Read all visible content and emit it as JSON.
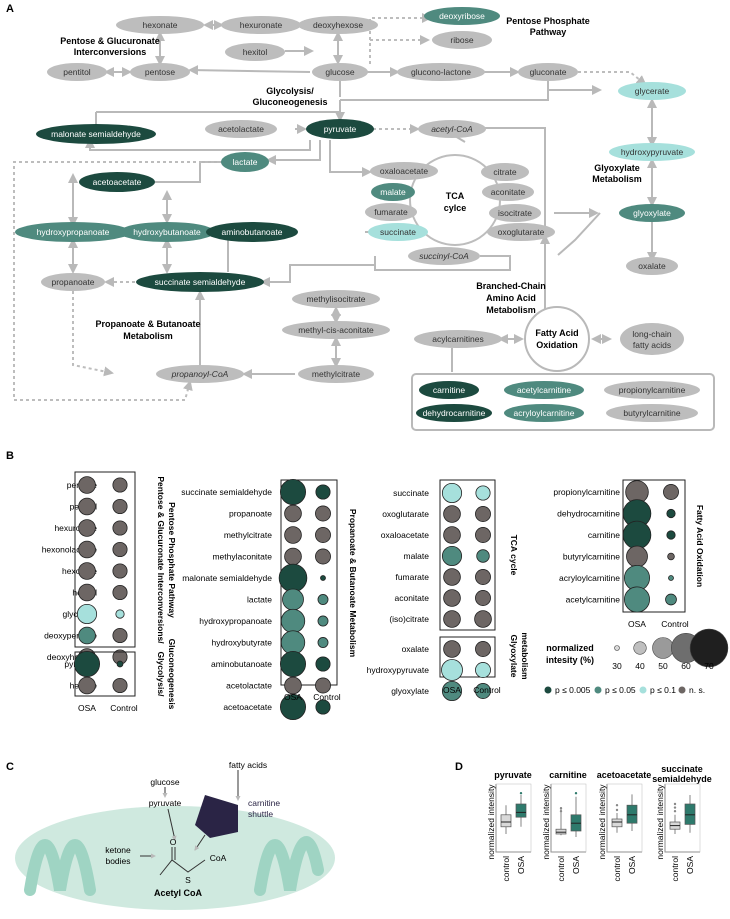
{
  "panels": {
    "a": "A",
    "b": "B",
    "c": "C",
    "d": "D"
  },
  "colors": {
    "grey": "#bdbdbd",
    "light": "#a6e0dc",
    "mid": "#4f8a7f",
    "dark": "#1c4a3f",
    "ns": "#6d6664",
    "mito": "#cfe9df",
    "shuttle": "#2a2445"
  },
  "pathway_labels": {
    "pentose": [
      "Pentose & Glucuronate",
      "Interconversions"
    ],
    "ppp": [
      "Pentose Phosphate",
      "Pathway"
    ],
    "glyco": [
      "Glycolysis/",
      "Gluconeogenesis"
    ],
    "tca": [
      "TCA",
      "cylce"
    ],
    "glyox": [
      "Glyoxylate",
      "Metabolism"
    ],
    "bca": [
      "Branched-Chain",
      "Amino Acid",
      "Metabolism"
    ],
    "prop": [
      "Propanoate & Butanoate",
      "Metabolism"
    ],
    "fao": [
      "Fatty Acid",
      "Oxidation"
    ]
  },
  "nodes": [
    {
      "id": "hexonate",
      "label": "hexonate",
      "color": "grey"
    },
    {
      "id": "hexuronate",
      "label": "hexuronate",
      "color": "grey"
    },
    {
      "id": "deoxyhexose",
      "label": "deoxyhexose",
      "color": "grey"
    },
    {
      "id": "deoxyribose",
      "label": "deoxyribose",
      "color": "mid"
    },
    {
      "id": "ribose",
      "label": "ribose",
      "color": "grey"
    },
    {
      "id": "hexitol",
      "label": "hexitol",
      "color": "grey"
    },
    {
      "id": "pentitol",
      "label": "pentitol",
      "color": "grey"
    },
    {
      "id": "pentose",
      "label": "pentose",
      "color": "grey"
    },
    {
      "id": "glucose",
      "label": "glucose",
      "color": "grey"
    },
    {
      "id": "gluconolactone",
      "label": "glucono-lactone",
      "color": "grey"
    },
    {
      "id": "gluconate",
      "label": "gluconate",
      "color": "grey"
    },
    {
      "id": "glycerate",
      "label": "glycerate",
      "color": "light"
    },
    {
      "id": "malonate",
      "label": "malonate semialdehyde",
      "color": "dark"
    },
    {
      "id": "acetolactate",
      "label": "acetolactate",
      "color": "grey"
    },
    {
      "id": "pyruvate",
      "label": "pyruvate",
      "color": "dark"
    },
    {
      "id": "acetylcoa",
      "label": "acetyl-CoA",
      "color": "grey",
      "italic": true
    },
    {
      "id": "hydroxypyruvate",
      "label": "hydroxypyruvate",
      "color": "light"
    },
    {
      "id": "lactate",
      "label": "lactate",
      "color": "mid"
    },
    {
      "id": "oxaloacetate",
      "label": "oxaloacetate",
      "color": "grey"
    },
    {
      "id": "citrate",
      "label": "citrate",
      "color": "grey"
    },
    {
      "id": "acetoacetate",
      "label": "acetoacetate",
      "color": "dark"
    },
    {
      "id": "malate",
      "label": "malate",
      "color": "mid"
    },
    {
      "id": "aconitate",
      "label": "aconitate",
      "color": "grey"
    },
    {
      "id": "fumarate",
      "label": "fumarate",
      "color": "grey"
    },
    {
      "id": "isocitrate",
      "label": "isocitrate",
      "color": "grey"
    },
    {
      "id": "glyoxylate",
      "label": "glyoxylate",
      "color": "mid"
    },
    {
      "id": "hydroxypropanoate",
      "label": "hydroxypropanoate",
      "color": "mid"
    },
    {
      "id": "hydroxybutanoate",
      "label": "hydroxybutanoate",
      "color": "mid"
    },
    {
      "id": "aminobutanoate",
      "label": "aminobutanoate",
      "color": "dark"
    },
    {
      "id": "succinate",
      "label": "succinate",
      "color": "light"
    },
    {
      "id": "oxoglutarate",
      "label": "oxoglutarate",
      "color": "grey"
    },
    {
      "id": "succinylcoa",
      "label": "succinyl-CoA",
      "color": "grey",
      "italic": true
    },
    {
      "id": "propanoate",
      "label": "propanoate",
      "color": "grey"
    },
    {
      "id": "succsemi",
      "label": "succinate semialdehyde",
      "color": "dark"
    },
    {
      "id": "oxalate",
      "label": "oxalate",
      "color": "grey"
    },
    {
      "id": "methylisocitrate",
      "label": "methylisocitrate",
      "color": "grey"
    },
    {
      "id": "methylcisaconitate",
      "label": "methyl-cis-aconitate",
      "color": "grey"
    },
    {
      "id": "acylcarnitines",
      "label": "acylcarnitines",
      "color": "grey"
    },
    {
      "id": "longchain",
      "label": "long-chain fatty acids",
      "color": "grey"
    },
    {
      "id": "propanoylcoa",
      "label": "propanoyl-CoA",
      "color": "grey",
      "italic": true
    },
    {
      "id": "methylcitrate",
      "label": "methylcitrate",
      "color": "grey"
    },
    {
      "id": "carnitine",
      "label": "carnitine",
      "color": "dark"
    },
    {
      "id": "acetylcarnitine",
      "label": "acetylcarnitine",
      "color": "mid"
    },
    {
      "id": "propionylcarnitine",
      "label": "propionylcarnitine",
      "color": "grey"
    },
    {
      "id": "dehydrocarnitine",
      "label": "dehydrocarnitine",
      "color": "dark"
    },
    {
      "id": "acryloylcarnitine",
      "label": "acryloylcarnitine",
      "color": "mid"
    },
    {
      "id": "butyrylcarnitine",
      "label": "butyrylcarnitine",
      "color": "grey"
    }
  ],
  "bubble_groups": [
    {
      "id": "g1",
      "title": [
        "Pentose & Glucuronate Interconversions/",
        "Pentose Phosphate Pathway"
      ],
      "rows": [
        {
          "name": "pentose",
          "osa": {
            "s": "ns",
            "v": 45
          },
          "ctrl": {
            "s": "ns",
            "v": 42
          }
        },
        {
          "name": "pentitol",
          "osa": {
            "s": "ns",
            "v": 45
          },
          "ctrl": {
            "s": "ns",
            "v": 42
          }
        },
        {
          "name": "hexuronate",
          "osa": {
            "s": "ns",
            "v": 45
          },
          "ctrl": {
            "s": "ns",
            "v": 42
          }
        },
        {
          "name": "hexonolactone",
          "osa": {
            "s": "ns",
            "v": 45
          },
          "ctrl": {
            "s": "ns",
            "v": 42
          }
        },
        {
          "name": "hexonate",
          "osa": {
            "s": "ns",
            "v": 45
          },
          "ctrl": {
            "s": "ns",
            "v": 42
          }
        },
        {
          "name": "hexitol",
          "osa": {
            "s": "ns",
            "v": 45
          },
          "ctrl": {
            "s": "ns",
            "v": 42
          }
        },
        {
          "name": "glycerate",
          "osa": {
            "s": "p01",
            "v": 48
          },
          "ctrl": {
            "s": "p01",
            "v": 35
          }
        },
        {
          "name": "deoxypentose",
          "osa": {
            "s": "p005",
            "v": 45
          },
          "ctrl": {
            "s": "ns",
            "v": 42
          }
        },
        {
          "name": "deoxyhexose",
          "osa": {
            "s": "ns",
            "v": 45
          },
          "ctrl": {
            "s": "ns",
            "v": 42
          }
        }
      ]
    },
    {
      "id": "g2",
      "title": [
        "Glycolysis/",
        "Gluconeogenesis"
      ],
      "rows": [
        {
          "name": "pyruvate",
          "osa": {
            "s": "p0005",
            "v": 55
          },
          "ctrl": {
            "s": "p0005",
            "v": 32
          }
        },
        {
          "name": "hexose",
          "osa": {
            "s": "ns",
            "v": 45
          },
          "ctrl": {
            "s": "ns",
            "v": 42
          }
        }
      ]
    },
    {
      "id": "g3",
      "title": [
        "Propanoate & Butanoate Metabolism"
      ],
      "rows": [
        {
          "name": "succinate semialdehyde",
          "osa": {
            "s": "p0005",
            "v": 55
          },
          "ctrl": {
            "s": "p0005",
            "v": 42
          }
        },
        {
          "name": "propanoate",
          "osa": {
            "s": "ns",
            "v": 45
          },
          "ctrl": {
            "s": "ns",
            "v": 43
          }
        },
        {
          "name": "methylcitrate",
          "osa": {
            "s": "ns",
            "v": 45
          },
          "ctrl": {
            "s": "ns",
            "v": 43
          }
        },
        {
          "name": "methylaconitate",
          "osa": {
            "s": "ns",
            "v": 45
          },
          "ctrl": {
            "s": "ns",
            "v": 43
          }
        },
        {
          "name": "malonate semialdehyde",
          "osa": {
            "s": "p0005",
            "v": 58
          },
          "ctrl": {
            "s": "p0005",
            "v": 30
          }
        },
        {
          "name": "lactate",
          "osa": {
            "s": "p005",
            "v": 50
          },
          "ctrl": {
            "s": "p005",
            "v": 37
          }
        },
        {
          "name": "hydroxypropanoate",
          "osa": {
            "s": "p005",
            "v": 53
          },
          "ctrl": {
            "s": "p005",
            "v": 37
          }
        },
        {
          "name": "hydroxybutyrate",
          "osa": {
            "s": "p005",
            "v": 53
          },
          "ctrl": {
            "s": "p005",
            "v": 37
          }
        },
        {
          "name": "aminobutanoate",
          "osa": {
            "s": "p0005",
            "v": 55
          },
          "ctrl": {
            "s": "p0005",
            "v": 42
          }
        },
        {
          "name": "acetolactate",
          "osa": {
            "s": "ns",
            "v": 45
          },
          "ctrl": {
            "s": "ns",
            "v": 43
          }
        },
        {
          "name": "acetoacetate",
          "osa": {
            "s": "p0005",
            "v": 55
          },
          "ctrl": {
            "s": "p0005",
            "v": 42
          }
        }
      ]
    },
    {
      "id": "g4",
      "title": [
        "TCA cycle"
      ],
      "rows": [
        {
          "name": "succinate",
          "osa": {
            "s": "p01",
            "v": 48
          },
          "ctrl": {
            "s": "p01",
            "v": 42
          }
        },
        {
          "name": "oxoglutarate",
          "osa": {
            "s": "ns",
            "v": 45
          },
          "ctrl": {
            "s": "ns",
            "v": 43
          }
        },
        {
          "name": "oxaloacetate",
          "osa": {
            "s": "ns",
            "v": 45
          },
          "ctrl": {
            "s": "ns",
            "v": 43
          }
        },
        {
          "name": "malate",
          "osa": {
            "s": "p005",
            "v": 48
          },
          "ctrl": {
            "s": "p005",
            "v": 40
          }
        },
        {
          "name": "fumarate",
          "osa": {
            "s": "ns",
            "v": 45
          },
          "ctrl": {
            "s": "ns",
            "v": 43
          }
        },
        {
          "name": "aconitate",
          "osa": {
            "s": "ns",
            "v": 45
          },
          "ctrl": {
            "s": "ns",
            "v": 43
          }
        },
        {
          "name": "(iso)citrate",
          "osa": {
            "s": "ns",
            "v": 45
          },
          "ctrl": {
            "s": "ns",
            "v": 45
          }
        }
      ]
    },
    {
      "id": "g5",
      "title": [
        "Glyoxylate",
        "metabolism"
      ],
      "rows": [
        {
          "name": "oxalate",
          "osa": {
            "s": "ns",
            "v": 45
          },
          "ctrl": {
            "s": "ns",
            "v": 43
          }
        },
        {
          "name": "hydroxypyruvate",
          "osa": {
            "s": "p01",
            "v": 50
          },
          "ctrl": {
            "s": "p01",
            "v": 43
          }
        },
        {
          "name": "glyoxylate",
          "osa": {
            "s": "p005",
            "v": 48
          },
          "ctrl": {
            "s": "p005",
            "v": 43
          }
        }
      ]
    },
    {
      "id": "g6",
      "title": [
        "Fatty Acid Oxidation"
      ],
      "rows": [
        {
          "name": "propionylcarnitine",
          "osa": {
            "s": "ns",
            "v": 52
          },
          "ctrl": {
            "s": "ns",
            "v": 43
          }
        },
        {
          "name": "dehydrocarnitine",
          "osa": {
            "s": "p0005",
            "v": 58
          },
          "ctrl": {
            "s": "p0005",
            "v": 35
          }
        },
        {
          "name": "carnitine",
          "osa": {
            "s": "p0005",
            "v": 58
          },
          "ctrl": {
            "s": "p0005",
            "v": 35
          }
        },
        {
          "name": "butyrylcarnitine",
          "osa": {
            "s": "ns",
            "v": 50
          },
          "ctrl": {
            "s": "ns",
            "v": 33
          }
        },
        {
          "name": "acryloylcarnitine",
          "osa": {
            "s": "p005",
            "v": 55
          },
          "ctrl": {
            "s": "p005",
            "v": 30
          }
        },
        {
          "name": "acetylcarnitine",
          "osa": {
            "s": "p005",
            "v": 55
          },
          "ctrl": {
            "s": "p005",
            "v": 38
          }
        }
      ]
    }
  ],
  "axis": {
    "osa": "OSA",
    "control": "Control"
  },
  "size_legend": {
    "title": [
      "normalized",
      "intesity (%)"
    ],
    "values": [
      30,
      40,
      50,
      60,
      70
    ]
  },
  "sig_legend": [
    {
      "key": "p0005",
      "label": "p ≤ 0.005",
      "color": "#1c4a3f"
    },
    {
      "key": "p005",
      "label": "p ≤ 0.05",
      "color": "#4f8a7f"
    },
    {
      "key": "p01",
      "label": "p ≤ 0.1",
      "color": "#a6e0dc"
    },
    {
      "key": "ns",
      "label": "n. s.",
      "color": "#6d6664"
    }
  ],
  "panel_c": {
    "glucose": "glucose",
    "pyruvate": "pyruvate",
    "fatty_acids": "fatty acids",
    "shuttle": [
      "carnitine",
      "shuttle"
    ],
    "ketone": [
      "ketone",
      "bodies"
    ],
    "s": "S",
    "coa": "CoA",
    "o": "O",
    "acetyl": "Acetyl CoA"
  },
  "boxplots": {
    "ylabel": "normalized intensity",
    "groups": [
      "control",
      "OSA"
    ],
    "plots": [
      {
        "title": [
          "pyruvate"
        ],
        "control": {
          "q1": 0.42,
          "med": 0.5,
          "q3": 0.62,
          "lo": 0.3,
          "hi": 0.78
        },
        "osa": {
          "q1": 0.58,
          "med": 0.66,
          "q3": 0.8,
          "lo": 0.42,
          "hi": 0.95
        },
        "outliers_c": [],
        "outliers_o": [
          0.98
        ]
      },
      {
        "title": [
          "carnitine"
        ],
        "control": {
          "q1": 0.3,
          "med": 0.33,
          "q3": 0.38,
          "lo": 0.28,
          "hi": 0.75
        },
        "osa": {
          "q1": 0.35,
          "med": 0.48,
          "q3": 0.62,
          "lo": 0.25,
          "hi": 0.92
        },
        "outliers_c": [
          0.68,
          0.73
        ],
        "outliers_o": [
          0.98
        ]
      },
      {
        "title": [
          "acetoacetate"
        ],
        "control": {
          "q1": 0.42,
          "med": 0.5,
          "q3": 0.55,
          "lo": 0.32,
          "hi": 0.65
        },
        "osa": {
          "q1": 0.48,
          "med": 0.62,
          "q3": 0.78,
          "lo": 0.35,
          "hi": 0.96
        },
        "outliers_c": [
          0.7,
          0.78
        ],
        "outliers_o": []
      },
      {
        "title": [
          "succinate",
          "semialdehyde"
        ],
        "control": {
          "q1": 0.38,
          "med": 0.44,
          "q3": 0.5,
          "lo": 0.3,
          "hi": 0.62
        },
        "osa": {
          "q1": 0.46,
          "med": 0.62,
          "q3": 0.8,
          "lo": 0.32,
          "hi": 0.95
        },
        "outliers_c": [
          0.68,
          0.74,
          0.8
        ],
        "outliers_o": []
      }
    ]
  }
}
